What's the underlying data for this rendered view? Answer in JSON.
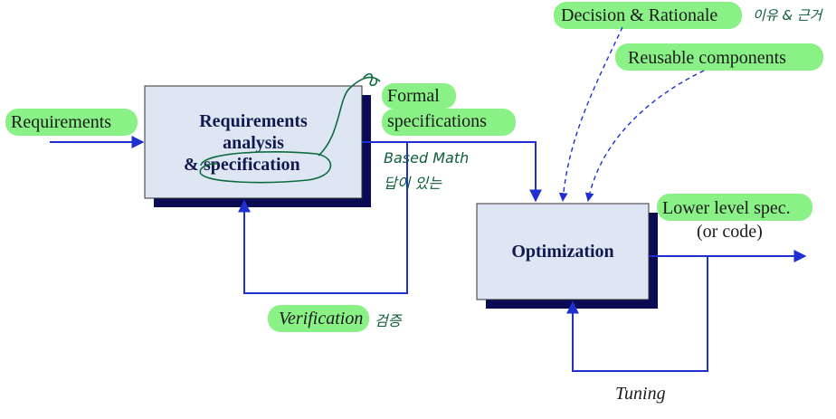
{
  "colors": {
    "arrow": "#1f2fd0",
    "dashed_arrow": "#1f2fd0",
    "box_fill": "#dfe6f3",
    "box_shadow": "#0b0b55",
    "highlighter": "#7df07a",
    "pen": "#0e6b40"
  },
  "labels": {
    "requirements": "Requirements",
    "formal_line1": "Formal",
    "formal_line2": "specifications",
    "decision": "Decision & Rationale",
    "reusable": "Reusable components",
    "lower_line1": "Lower level spec.",
    "lower_line2": "(or code)",
    "verification": "Verification",
    "tuning": "Tuning"
  },
  "boxes": {
    "req_line1": "Requirements",
    "req_line2": "analysis",
    "req_line3_amp": "&",
    "req_line3_word": "specification",
    "optimization": "Optimization"
  },
  "annotations": {
    "based_math": "Based Math",
    "korean_under_math": "답이 있는",
    "decision_note": "이유 & 근거",
    "verification_note": "검증"
  }
}
